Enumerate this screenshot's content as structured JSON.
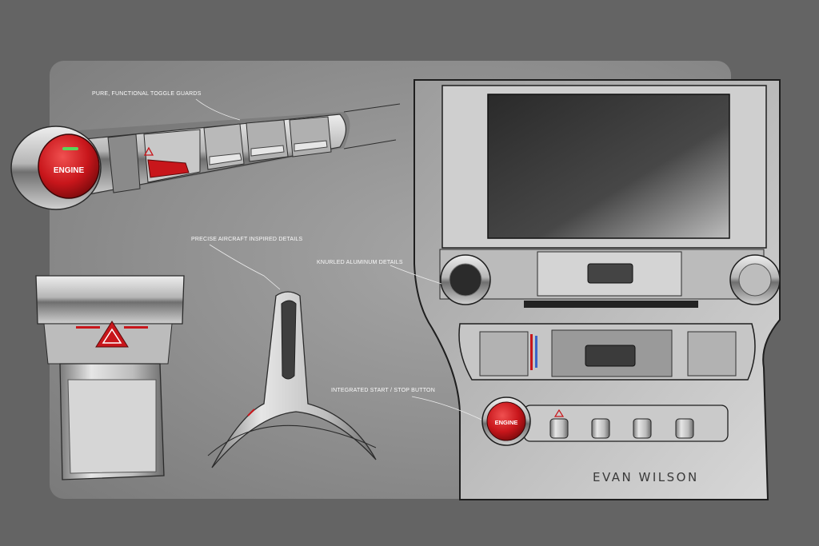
{
  "labels": {
    "toggle_guards": "PURE, FUNCTIONAL TOGGLE GUARDS",
    "aircraft_details": "PRECISE AIRCRAFT INSPIRED DETAILS",
    "knurled_details": "KNURLED ALUMINUM DETAILS",
    "start_stop": "INTEGRATED START / STOP BUTTON"
  },
  "engine_button": {
    "label": "ENGINE",
    "color": "#c8161b"
  },
  "signature": "EVAN WILSON",
  "colors": {
    "background": "#646464",
    "board": "#9a9a9a",
    "accent_red": "#c8161b",
    "indicator_green": "#59d65a"
  }
}
